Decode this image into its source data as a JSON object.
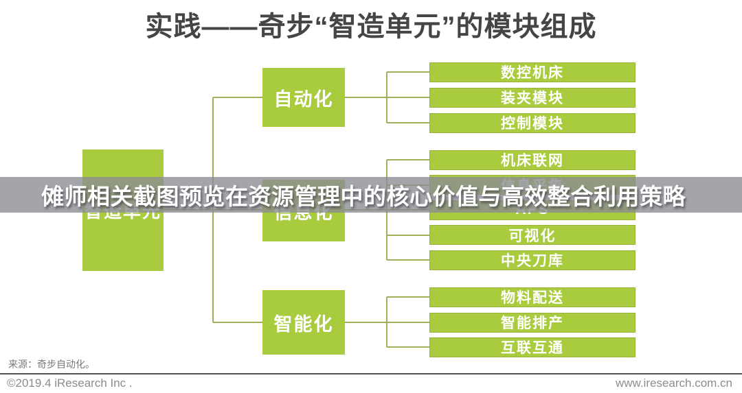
{
  "title": "实践——奇步“智造单元”的模块组成",
  "watermark": "傩师相关截图预览在资源管理中的核心价值与高效整合利用策略",
  "diagram": {
    "root": "智造单元",
    "groups": [
      {
        "label": "自动化",
        "children": [
          "数控机床",
          "装夹模块",
          "控制模块"
        ]
      },
      {
        "label": "信息化",
        "children": [
          "机床联网",
          "信息采集",
          "APS",
          "可视化",
          "中央刀库"
        ]
      },
      {
        "label": "智能化",
        "children": [
          "物料配送",
          "智能排产",
          "互联互通"
        ]
      }
    ]
  },
  "footer": {
    "source": "来源：奇步自动化。",
    "copyright": "©2019.4 iResearch Inc .",
    "website": "www.iresearch.com.cn"
  },
  "colors": {
    "box_green": "#a9cb3e",
    "connector_olive": "#a2ae58",
    "title_gray": "#454545",
    "watermark_band": "rgba(139,139,148,0.78)",
    "footer_gray": "#8c8c8c"
  }
}
